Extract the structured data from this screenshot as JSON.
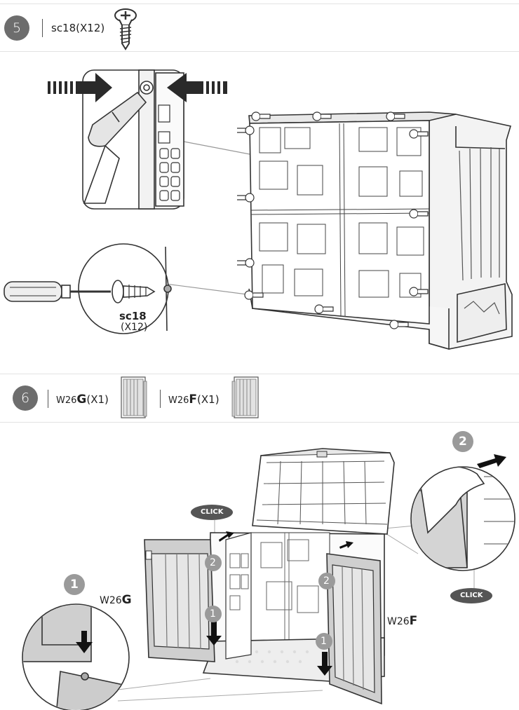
{
  "step5": {
    "number": "5",
    "parts_label": "sc18(X12)",
    "callout_code": "sc18",
    "callout_qty": "(X12)"
  },
  "step6": {
    "number": "6",
    "part_g_prefix": "W26",
    "part_g_letter": "G",
    "part_g_qty": "(X1)",
    "part_f_prefix": "W26",
    "part_f_letter": "F",
    "part_f_qty": "(X1)",
    "click_label_left": "CLICK",
    "click_label_right": "CLICK",
    "badge_1": "1",
    "badge_2": "2",
    "door_g_prefix": "W26",
    "door_g_letter": "G",
    "door_f_prefix": "W26",
    "door_f_letter": "F"
  },
  "colors": {
    "step_circle": "#6d6d6d",
    "line": "#333333",
    "panel": "#bdbdbd",
    "divider": "#e3e3e3"
  }
}
